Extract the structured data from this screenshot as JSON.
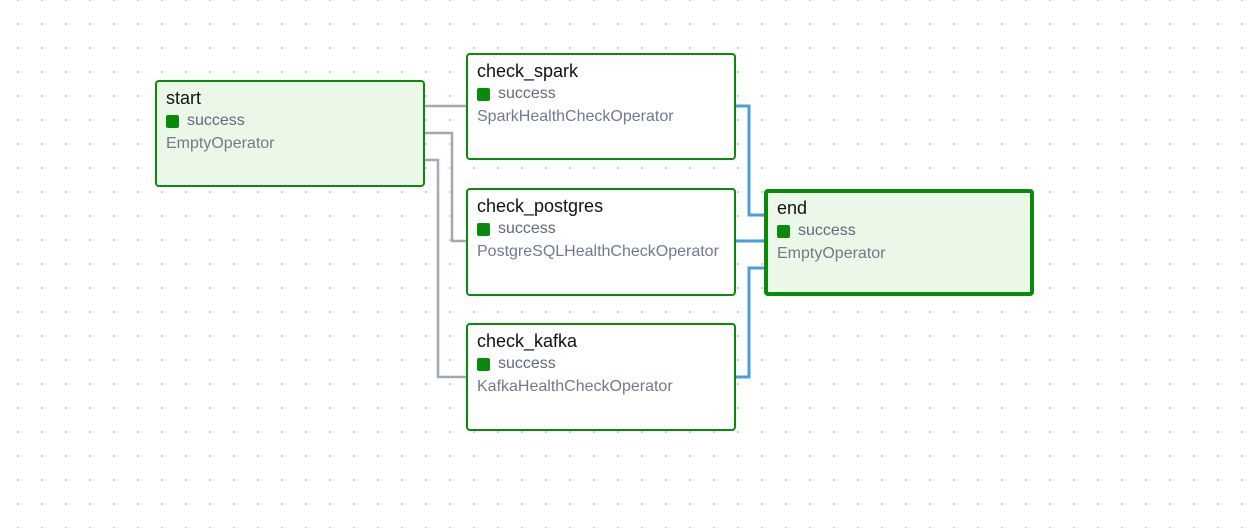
{
  "colors": {
    "success": "#0a8a0a",
    "edge_default": "#a0aab6",
    "edge_highlight": "#4a9ee0",
    "selected_bg": "#ebf8e8"
  },
  "nodes": {
    "start": {
      "title": "start",
      "state": "success",
      "operator": "EmptyOperator"
    },
    "check_spark": {
      "title": "check_spark",
      "state": "success",
      "operator": "SparkHealthCheckOperator"
    },
    "check_postgres": {
      "title": "check_postgres",
      "state": "success",
      "operator": "PostgreSQLHealthCheckOperator"
    },
    "check_kafka": {
      "title": "check_kafka",
      "state": "success",
      "operator": "KafkaHealthCheckOperator"
    },
    "end": {
      "title": "end",
      "state": "success",
      "operator": "EmptyOperator"
    }
  },
  "edges": [
    {
      "from": "start",
      "to": "check_spark",
      "highlight": false
    },
    {
      "from": "start",
      "to": "check_postgres",
      "highlight": false
    },
    {
      "from": "start",
      "to": "check_kafka",
      "highlight": false
    },
    {
      "from": "check_spark",
      "to": "end",
      "highlight": true
    },
    {
      "from": "check_postgres",
      "to": "end",
      "highlight": true
    },
    {
      "from": "check_kafka",
      "to": "end",
      "highlight": true
    }
  ]
}
